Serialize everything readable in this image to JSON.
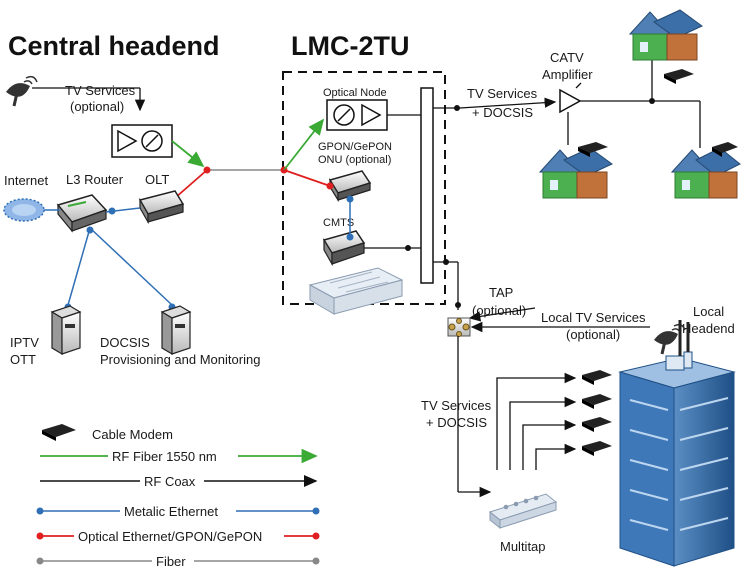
{
  "headings": {
    "central": "Central headend",
    "lmc": "LMC-2TU"
  },
  "labels": {
    "tv_services_1": "TV Services",
    "tv_services_1b": "(optional)",
    "internet": "Internet",
    "l3_router": "L3 Router",
    "olt": "OLT",
    "optical_node": "Optical Node",
    "gpon_onu_1": "GPON/GePON",
    "gpon_onu_2": "ONU (optional)",
    "cmts": "CMTS",
    "iptv_1": "IPTV",
    "iptv_2": "OTT",
    "docsis_1": "DOCSIS",
    "docsis_2": "Provisioning and Monitoring",
    "tv_docsis_top_1": "TV Services",
    "tv_docsis_top_2": "+ DOCSIS",
    "catv_1": "CATV",
    "catv_2": "Amplifier",
    "tap_1": "TAP",
    "tap_2": "(optional)",
    "local_tv_1": "Local TV Services",
    "local_tv_2": "(optional)",
    "local_headend_1": "Local",
    "local_headend_2": "Headend",
    "tv_docsis_bottom_1": "TV Services",
    "tv_docsis_bottom_2": "+ DOCSIS",
    "multitap": "Multitap"
  },
  "legend": [
    {
      "label": "Cable Modem",
      "kind": "modem",
      "color": "#222222"
    },
    {
      "label": "RF Fiber 1550 nm",
      "kind": "arrow",
      "color": "#3aaa35"
    },
    {
      "label": "RF Coax",
      "kind": "arrow",
      "color": "#111111"
    },
    {
      "label": "Metalic Ethernet",
      "kind": "dots",
      "color": "#2f6fb5"
    },
    {
      "label": "Optical Ethernet/GPON/GePON",
      "kind": "dots",
      "color": "#e02020"
    },
    {
      "label": "Fiber",
      "kind": "dots",
      "color": "#888888"
    }
  ],
  "colors": {
    "fiber_green": "#3aaa35",
    "coax": "#111111",
    "ethernet_blue": "#2f6fb5",
    "optical_red": "#e02020",
    "fiber_gray": "#888888"
  }
}
